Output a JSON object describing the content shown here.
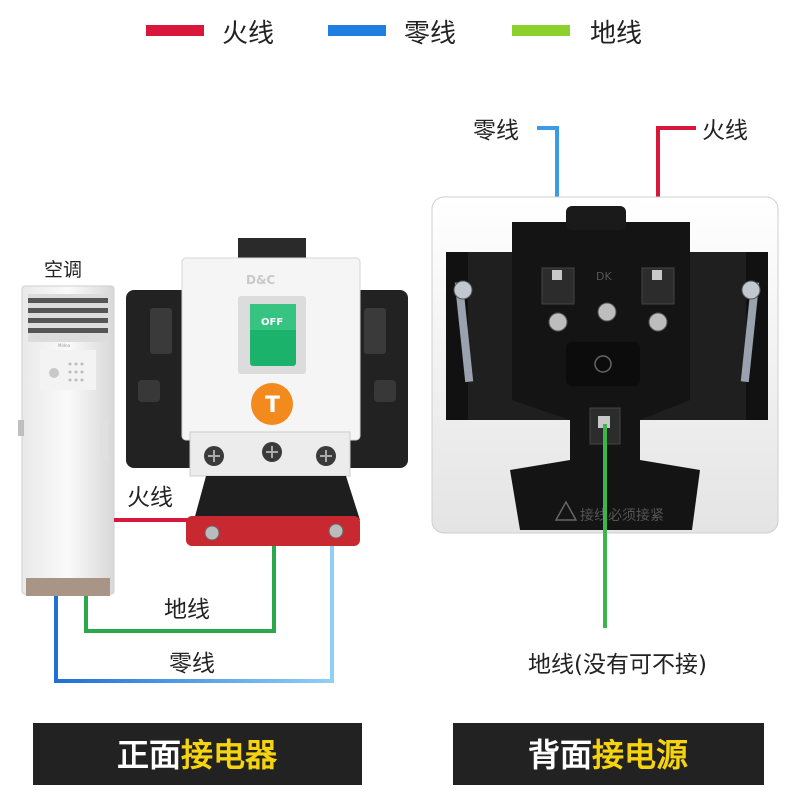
{
  "legend": {
    "items": [
      {
        "label": "火线",
        "color": "#d9173a"
      },
      {
        "label": "零线",
        "color": "#1f7fe0"
      },
      {
        "label": "地线",
        "color": "#8cd12b"
      }
    ]
  },
  "colors": {
    "live": "#d9173a",
    "neutral": "#3b9be6",
    "ground": "#2ba84a",
    "ground_back": "#3cb64a",
    "switch_green": "#1bb36b",
    "test_orange": "#f28a1e",
    "banner_bg": "#222222",
    "banner_highlight": "#f5d40f"
  },
  "left_diagram": {
    "ac_label": "空调",
    "ac_brand": "Midea",
    "device_brand": "D&C",
    "switch_text": "OFF",
    "test_button_text": "T",
    "wire_live_label": "火线",
    "wire_ground_label": "地线",
    "wire_neutral_label": "零线"
  },
  "right_diagram": {
    "neutral_label": "零线",
    "live_label": "火线",
    "ground_label": "地线(没有可不接)",
    "socket_brand": "DK",
    "warning_text": "接线必须接紧"
  },
  "banners": {
    "left_prefix": "正面",
    "left_highlight": "接电器",
    "right_prefix": "背面",
    "right_highlight": "接电源"
  }
}
